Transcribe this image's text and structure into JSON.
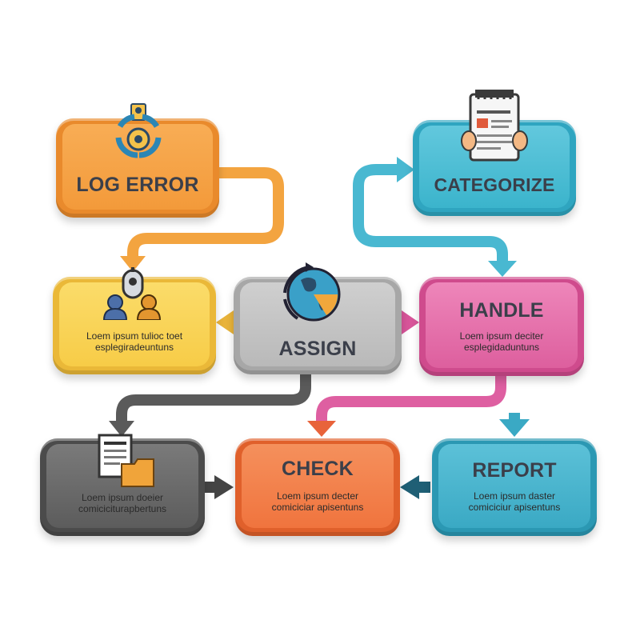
{
  "colors": {
    "orange": "#f39a3a",
    "yellow": "#f7cc47",
    "gray": "#b9b9b9",
    "teal": "#3bb4cc",
    "pink": "#dd5f9e",
    "dark_gray": "#5c5c5c",
    "red_orange": "#f0743e",
    "cyan": "#3aa9c4"
  },
  "nodes": {
    "log_error": {
      "title": "LOG ERROR",
      "icon": "gear-arrows-icon"
    },
    "categorize": {
      "title": "CATEGORIZE",
      "icon": "clipboard-document-icon"
    },
    "assign": {
      "title": "ASSIGN",
      "icon": "globe-cycle-icon"
    },
    "team": {
      "desc1": "Loem ipsum tulioc toet",
      "desc2": "esplegiradeuntuns",
      "icon": "team-people-icon"
    },
    "handle": {
      "title": "HANDLE",
      "desc1": "Loem ipsum deciter",
      "desc2": "esplegidaduntuns"
    },
    "docs": {
      "desc1": "Loem ipsum doeier",
      "desc2": "comiciciturapbertuns",
      "icon": "document-folder-icon"
    },
    "check": {
      "title": "CHECK",
      "desc1": "Loem ipsum decter",
      "desc2": "comiciciar apisentuns"
    },
    "report": {
      "title": "REPORT",
      "desc1": "Loem ipsum daster",
      "desc2": "comiciciur apisentuns"
    }
  }
}
